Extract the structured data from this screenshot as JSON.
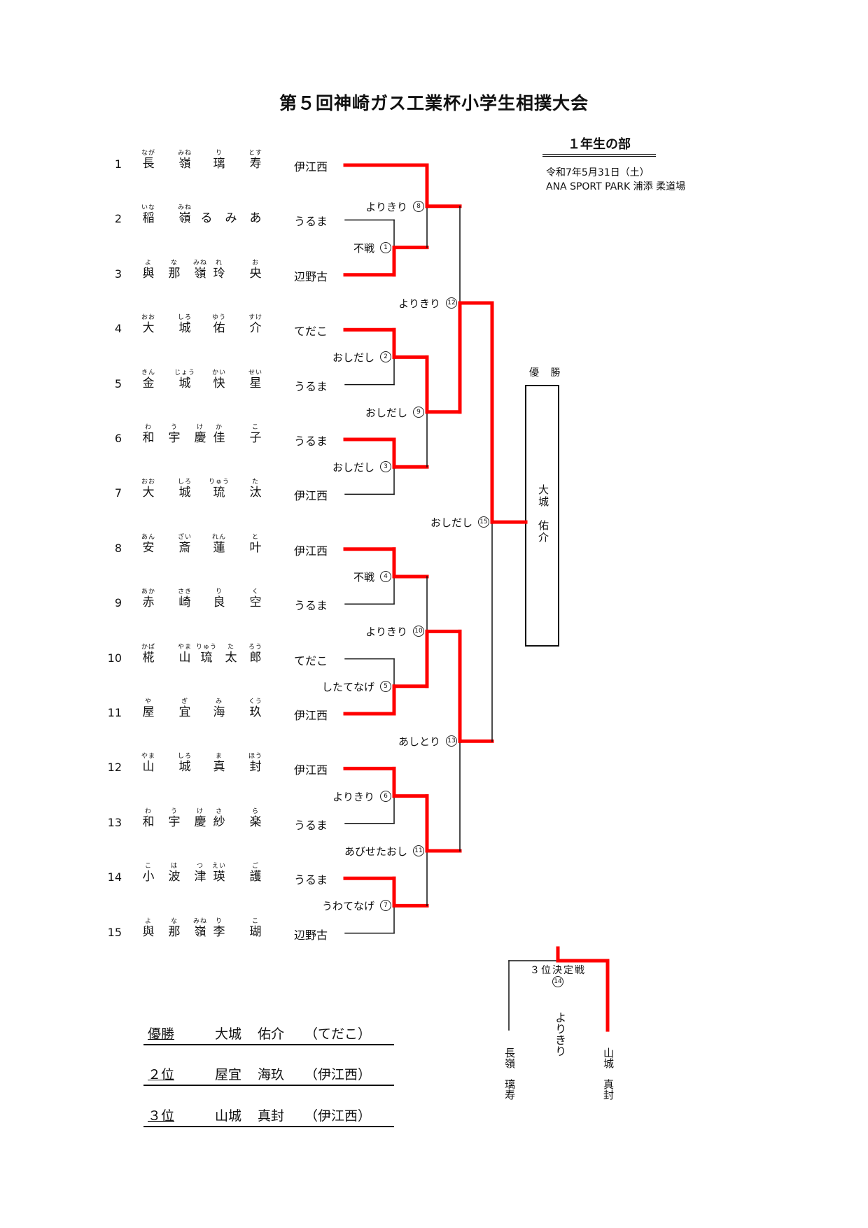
{
  "header": {
    "title": "第５回神崎ガス工業杯小学生相撲大会",
    "division": "１年生の部",
    "date": "令和7年5月31日（土）",
    "venue": "ANA SPORT PARK 浦添 柔道場"
  },
  "colors": {
    "winner_line": "#ff0000",
    "line": "#111111"
  },
  "entrants": [
    {
      "no": "1",
      "surname": [
        [
          "長",
          "なが"
        ],
        [
          "嶺",
          "みね"
        ]
      ],
      "given": [
        [
          "璃",
          "り"
        ],
        [
          "寿",
          "とす"
        ]
      ],
      "school": "伊江西"
    },
    {
      "no": "2",
      "surname": [
        [
          "稲",
          "いな"
        ],
        [
          "嶺",
          "みね"
        ]
      ],
      "given": [
        [
          "る",
          ""
        ],
        [
          "み",
          ""
        ],
        [
          "あ",
          ""
        ]
      ],
      "school": "うるま"
    },
    {
      "no": "3",
      "surname": [
        [
          "與",
          "よ"
        ],
        [
          "那",
          "な"
        ],
        [
          "嶺",
          "みね"
        ]
      ],
      "given": [
        [
          "玲",
          "れ"
        ],
        [
          "央",
          "お"
        ]
      ],
      "school": "辺野古"
    },
    {
      "no": "4",
      "surname": [
        [
          "大",
          "おお"
        ],
        [
          "城",
          "しろ"
        ]
      ],
      "given": [
        [
          "佑",
          "ゆう"
        ],
        [
          "介",
          "すけ"
        ]
      ],
      "school": "てだこ"
    },
    {
      "no": "5",
      "surname": [
        [
          "金",
          "きん"
        ],
        [
          "城",
          "じょう"
        ]
      ],
      "given": [
        [
          "快",
          "かい"
        ],
        [
          "星",
          "せい"
        ]
      ],
      "school": "うるま"
    },
    {
      "no": "6",
      "surname": [
        [
          "和",
          "わ"
        ],
        [
          "宇",
          "う"
        ],
        [
          "慶",
          "け"
        ]
      ],
      "given": [
        [
          "佳",
          "か"
        ],
        [
          "子",
          "こ"
        ]
      ],
      "school": "うるま"
    },
    {
      "no": "7",
      "surname": [
        [
          "大",
          "おお"
        ],
        [
          "城",
          "しろ"
        ]
      ],
      "given": [
        [
          "琉",
          "りゅう"
        ],
        [
          "汰",
          "た"
        ]
      ],
      "school": "伊江西"
    },
    {
      "no": "8",
      "surname": [
        [
          "安",
          "あん"
        ],
        [
          "斎",
          "ざい"
        ]
      ],
      "given": [
        [
          "蓮",
          "れん"
        ],
        [
          "叶",
          "と"
        ]
      ],
      "school": "伊江西"
    },
    {
      "no": "9",
      "surname": [
        [
          "赤",
          "あか"
        ],
        [
          "崎",
          "さき"
        ]
      ],
      "given": [
        [
          "良",
          "り"
        ],
        [
          "空",
          "く"
        ]
      ],
      "school": "うるま"
    },
    {
      "no": "10",
      "surname": [
        [
          "椛",
          "かば"
        ],
        [
          "山",
          "やま"
        ]
      ],
      "given": [
        [
          "琉",
          "りゅう"
        ],
        [
          "太",
          "た"
        ],
        [
          "郎",
          "ろう"
        ]
      ],
      "school": "てだこ"
    },
    {
      "no": "11",
      "surname": [
        [
          "屋",
          "や"
        ],
        [
          "宜",
          "ぎ"
        ]
      ],
      "given": [
        [
          "海",
          "み"
        ],
        [
          "玖",
          "くう"
        ]
      ],
      "school": "伊江西"
    },
    {
      "no": "12",
      "surname": [
        [
          "山",
          "やま"
        ],
        [
          "城",
          "しろ"
        ]
      ],
      "given": [
        [
          "真",
          "ま"
        ],
        [
          "封",
          "ほう"
        ]
      ],
      "school": "伊江西"
    },
    {
      "no": "13",
      "surname": [
        [
          "和",
          "わ"
        ],
        [
          "宇",
          "う"
        ],
        [
          "慶",
          "け"
        ]
      ],
      "given": [
        [
          "紗",
          "さ"
        ],
        [
          "楽",
          "ら"
        ]
      ],
      "school": "うるま"
    },
    {
      "no": "14",
      "surname": [
        [
          "小",
          "こ"
        ],
        [
          "波",
          "は"
        ],
        [
          "津",
          "つ"
        ]
      ],
      "given": [
        [
          "瑛",
          "えい"
        ],
        [
          "護",
          "ご"
        ]
      ],
      "school": "うるま"
    },
    {
      "no": "15",
      "surname": [
        [
          "與",
          "よ"
        ],
        [
          "那",
          "な"
        ],
        [
          "嶺",
          "みね"
        ]
      ],
      "given": [
        [
          "李",
          "り"
        ],
        [
          "瑚",
          "こ"
        ]
      ],
      "school": "辺野古"
    }
  ],
  "matches": [
    {
      "no": "1",
      "kimarite": "不戦",
      "winner": "bottom"
    },
    {
      "no": "2",
      "kimarite": "おしだし",
      "winner": "top"
    },
    {
      "no": "3",
      "kimarite": "おしだし",
      "winner": "top"
    },
    {
      "no": "4",
      "kimarite": "不戦",
      "winner": "top"
    },
    {
      "no": "5",
      "kimarite": "したてなげ",
      "winner": "bottom"
    },
    {
      "no": "6",
      "kimarite": "よりきり",
      "winner": "top"
    },
    {
      "no": "7",
      "kimarite": "うわてなげ",
      "winner": "top"
    },
    {
      "no": "8",
      "kimarite": "よりきり",
      "winner": "top"
    },
    {
      "no": "9",
      "kimarite": "おしだし",
      "winner": "top"
    },
    {
      "no": "10",
      "kimarite": "よりきり",
      "winner": "bottom"
    },
    {
      "no": "11",
      "kimarite": "あびせたおし",
      "winner": "top"
    },
    {
      "no": "12",
      "kimarite": "よりきり",
      "winner": "bottom"
    },
    {
      "no": "13",
      "kimarite": "あしとり",
      "winner": "top"
    },
    {
      "no": "15",
      "kimarite": "おしだし",
      "winner": "top"
    }
  ],
  "champion": {
    "label": "優 勝",
    "name": "大城　佑介"
  },
  "third_place": {
    "title": "３位決定戦",
    "no": "14",
    "kimarite": "よりきり",
    "left": "長嶺　璃寿",
    "right": "山城　真封",
    "winner": "right"
  },
  "results": [
    {
      "label": "優勝",
      "surname": "大城",
      "given": "佑介",
      "school": "（てだこ）"
    },
    {
      "label": "２位",
      "surname": "屋宜",
      "given": "海玖",
      "school": "（伊江西）"
    },
    {
      "label": "３位",
      "surname": "山城",
      "given": "真封",
      "school": "（伊江西）"
    }
  ]
}
